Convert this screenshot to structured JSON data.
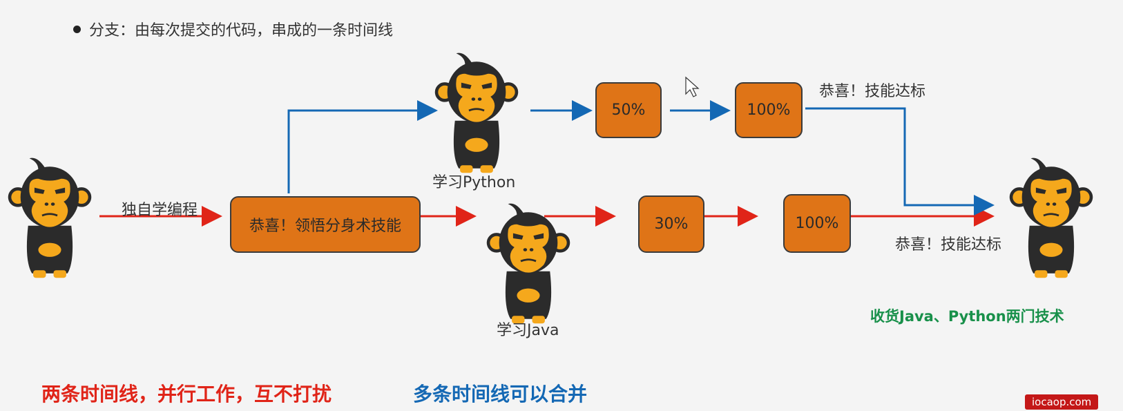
{
  "bullet": {
    "text": "分支：由每次提交的代码，串成的一条时间线"
  },
  "labels": {
    "self_study": "独自学编程",
    "learn_python": "学习Python",
    "learn_java": "学习Java",
    "congrats_top": "恭喜！技能达标",
    "congrats_bottom": "恭喜！技能达标",
    "harvest": "收货Java、Python两门技术"
  },
  "boxes": {
    "split": "恭喜！领悟分身术技能",
    "py_50": "50%",
    "py_100": "100%",
    "java_30": "30%",
    "java_100": "100%"
  },
  "footer": {
    "left": "两条时间线，并行工作，互不打扰",
    "right": "多条时间线可以合并",
    "watermark": "iocaop.com"
  },
  "colors": {
    "red_line": "#e02418",
    "blue_line": "#1468b4",
    "box_fill": "#df7417",
    "red_text": "#e02418",
    "blue_text": "#1468b4",
    "green_text": "#18904a",
    "monkey_face": "#f5a81c",
    "monkey_fur": "#2b2b2b"
  }
}
